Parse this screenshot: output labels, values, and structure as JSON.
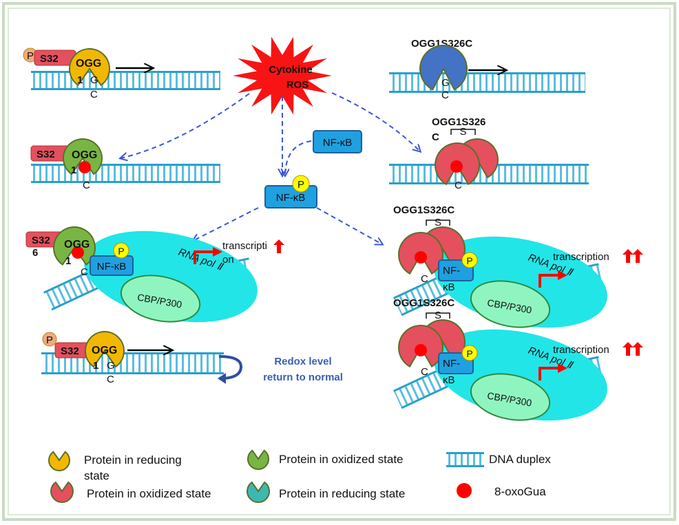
{
  "stimulus": {
    "line1": "Cytokine",
    "line2": "ROS"
  },
  "top_left": {
    "p": "P",
    "s32": "S32",
    "ogg": "OGG",
    "one": "1",
    "g": "G",
    "c": "C"
  },
  "top_right": {
    "label": "OGG1S326C",
    "g": "G",
    "c": "C"
  },
  "row2_left": {
    "s32": "S32",
    "ogg": "OGG",
    "one": "1",
    "c": "C"
  },
  "nfkb_free": "NF-κB",
  "nfkb_phos": {
    "label": "NF-κB",
    "p": "P"
  },
  "row2_right": {
    "label1": "OGG1S326",
    "label2": "C",
    "s": "S",
    "c": "C"
  },
  "row3_left": {
    "s32": "S32",
    "six": "6",
    "ogg": "OGG",
    "one": "1",
    "c": "C",
    "p": "P",
    "nfkb": "NF-κB",
    "rnapol": "RNA pol Ⅱ",
    "cbp": "CBP/P300",
    "transcription1": "transcripti",
    "transcription2": "on"
  },
  "row3_right": {
    "label": "OGG1S326C",
    "s": "S",
    "c": "C",
    "p": "P",
    "nfkb1": "NF-",
    "nfkb2": "κB",
    "rnapol": "RNA pol Ⅱ",
    "cbp": "CBP/P300",
    "transcription": "transcription"
  },
  "row4_right": {
    "label": "OGG1S326C",
    "s": "S",
    "c": "C",
    "p": "P",
    "nfkb1": "NF-",
    "nfkb2": "κB",
    "rnapol": "RNA pol Ⅱ",
    "cbp": "CBP/P300",
    "transcription": "transcription"
  },
  "row4_left": {
    "p": "P",
    "s32": "S32",
    "ogg": "OGG",
    "one": "1",
    "g": "G",
    "c": "C",
    "redox1": "Redox level",
    "redox2": "return to normal"
  },
  "legend": {
    "yellow": "Protein in reducing",
    "yellow2": "state",
    "green": "Protein in oxidized state",
    "dna": "DNA duplex",
    "red": "Protein in oxidized state",
    "teal": "Protein in reducing state",
    "oxo": "8-oxoGua"
  },
  "colors": {
    "yellow_protein": "#f2b800",
    "green_protein": "#79b543",
    "red_protein": "#e4505e",
    "blue_protein": "#4472c4",
    "rna_pol": "#22e5e8",
    "cbp": "#8ff5c0",
    "nfkb": "#1fa0e0",
    "dna": "#2a9fc9",
    "arrow_dashed": "#3a55d8",
    "frame": "#c8dcc0"
  }
}
